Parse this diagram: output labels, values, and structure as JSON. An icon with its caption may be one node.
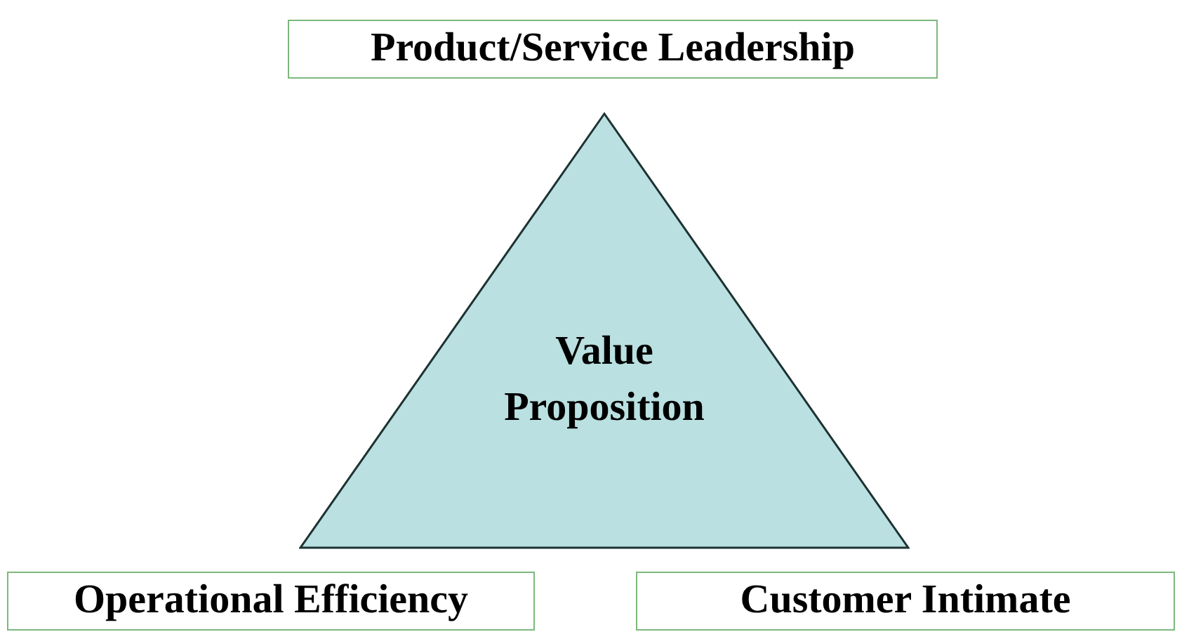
{
  "diagram": {
    "nodes": [
      {
        "text": [
          "Product/Service Leadership"
        ]
      },
      {
        "text": [
          "Value Proposition"
        ]
      },
      {
        "text": [
          "Operational Efficiency"
        ]
      },
      {
        "text": [
          "Customer Intimate"
        ]
      }
    ]
  }
}
